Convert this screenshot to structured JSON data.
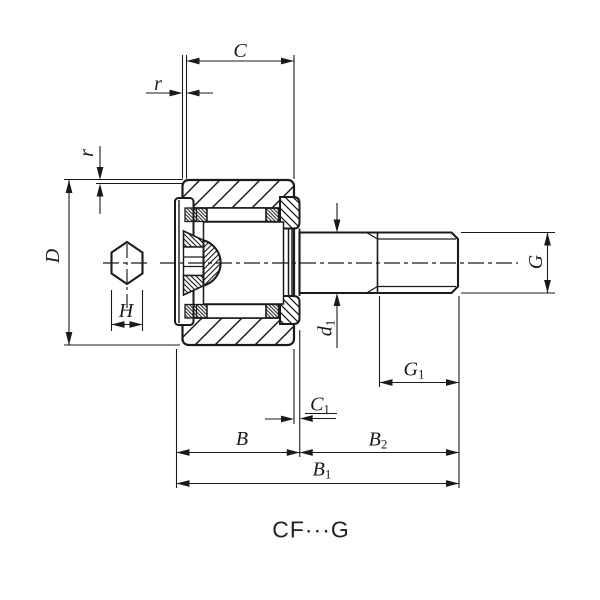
{
  "title": "CF···G",
  "labels": {
    "c": {
      "main": "C",
      "sub": ""
    },
    "r_top": {
      "main": "r",
      "sub": ""
    },
    "r_side": {
      "main": "r",
      "sub": ""
    },
    "d_outer": {
      "main": "D",
      "sub": ""
    },
    "h": {
      "main": "H",
      "sub": ""
    },
    "d1": {
      "main": "d",
      "sub": "1"
    },
    "g": {
      "main": "G",
      "sub": ""
    },
    "g1": {
      "main": "G",
      "sub": "1"
    },
    "c1": {
      "main": "C",
      "sub": "1"
    },
    "b": {
      "main": "B",
      "sub": ""
    },
    "b2": {
      "main": "B",
      "sub": "2"
    },
    "b1": {
      "main": "B",
      "sub": "1"
    }
  },
  "colors": {
    "line": "#1a1a1a",
    "background": "#ffffff"
  }
}
